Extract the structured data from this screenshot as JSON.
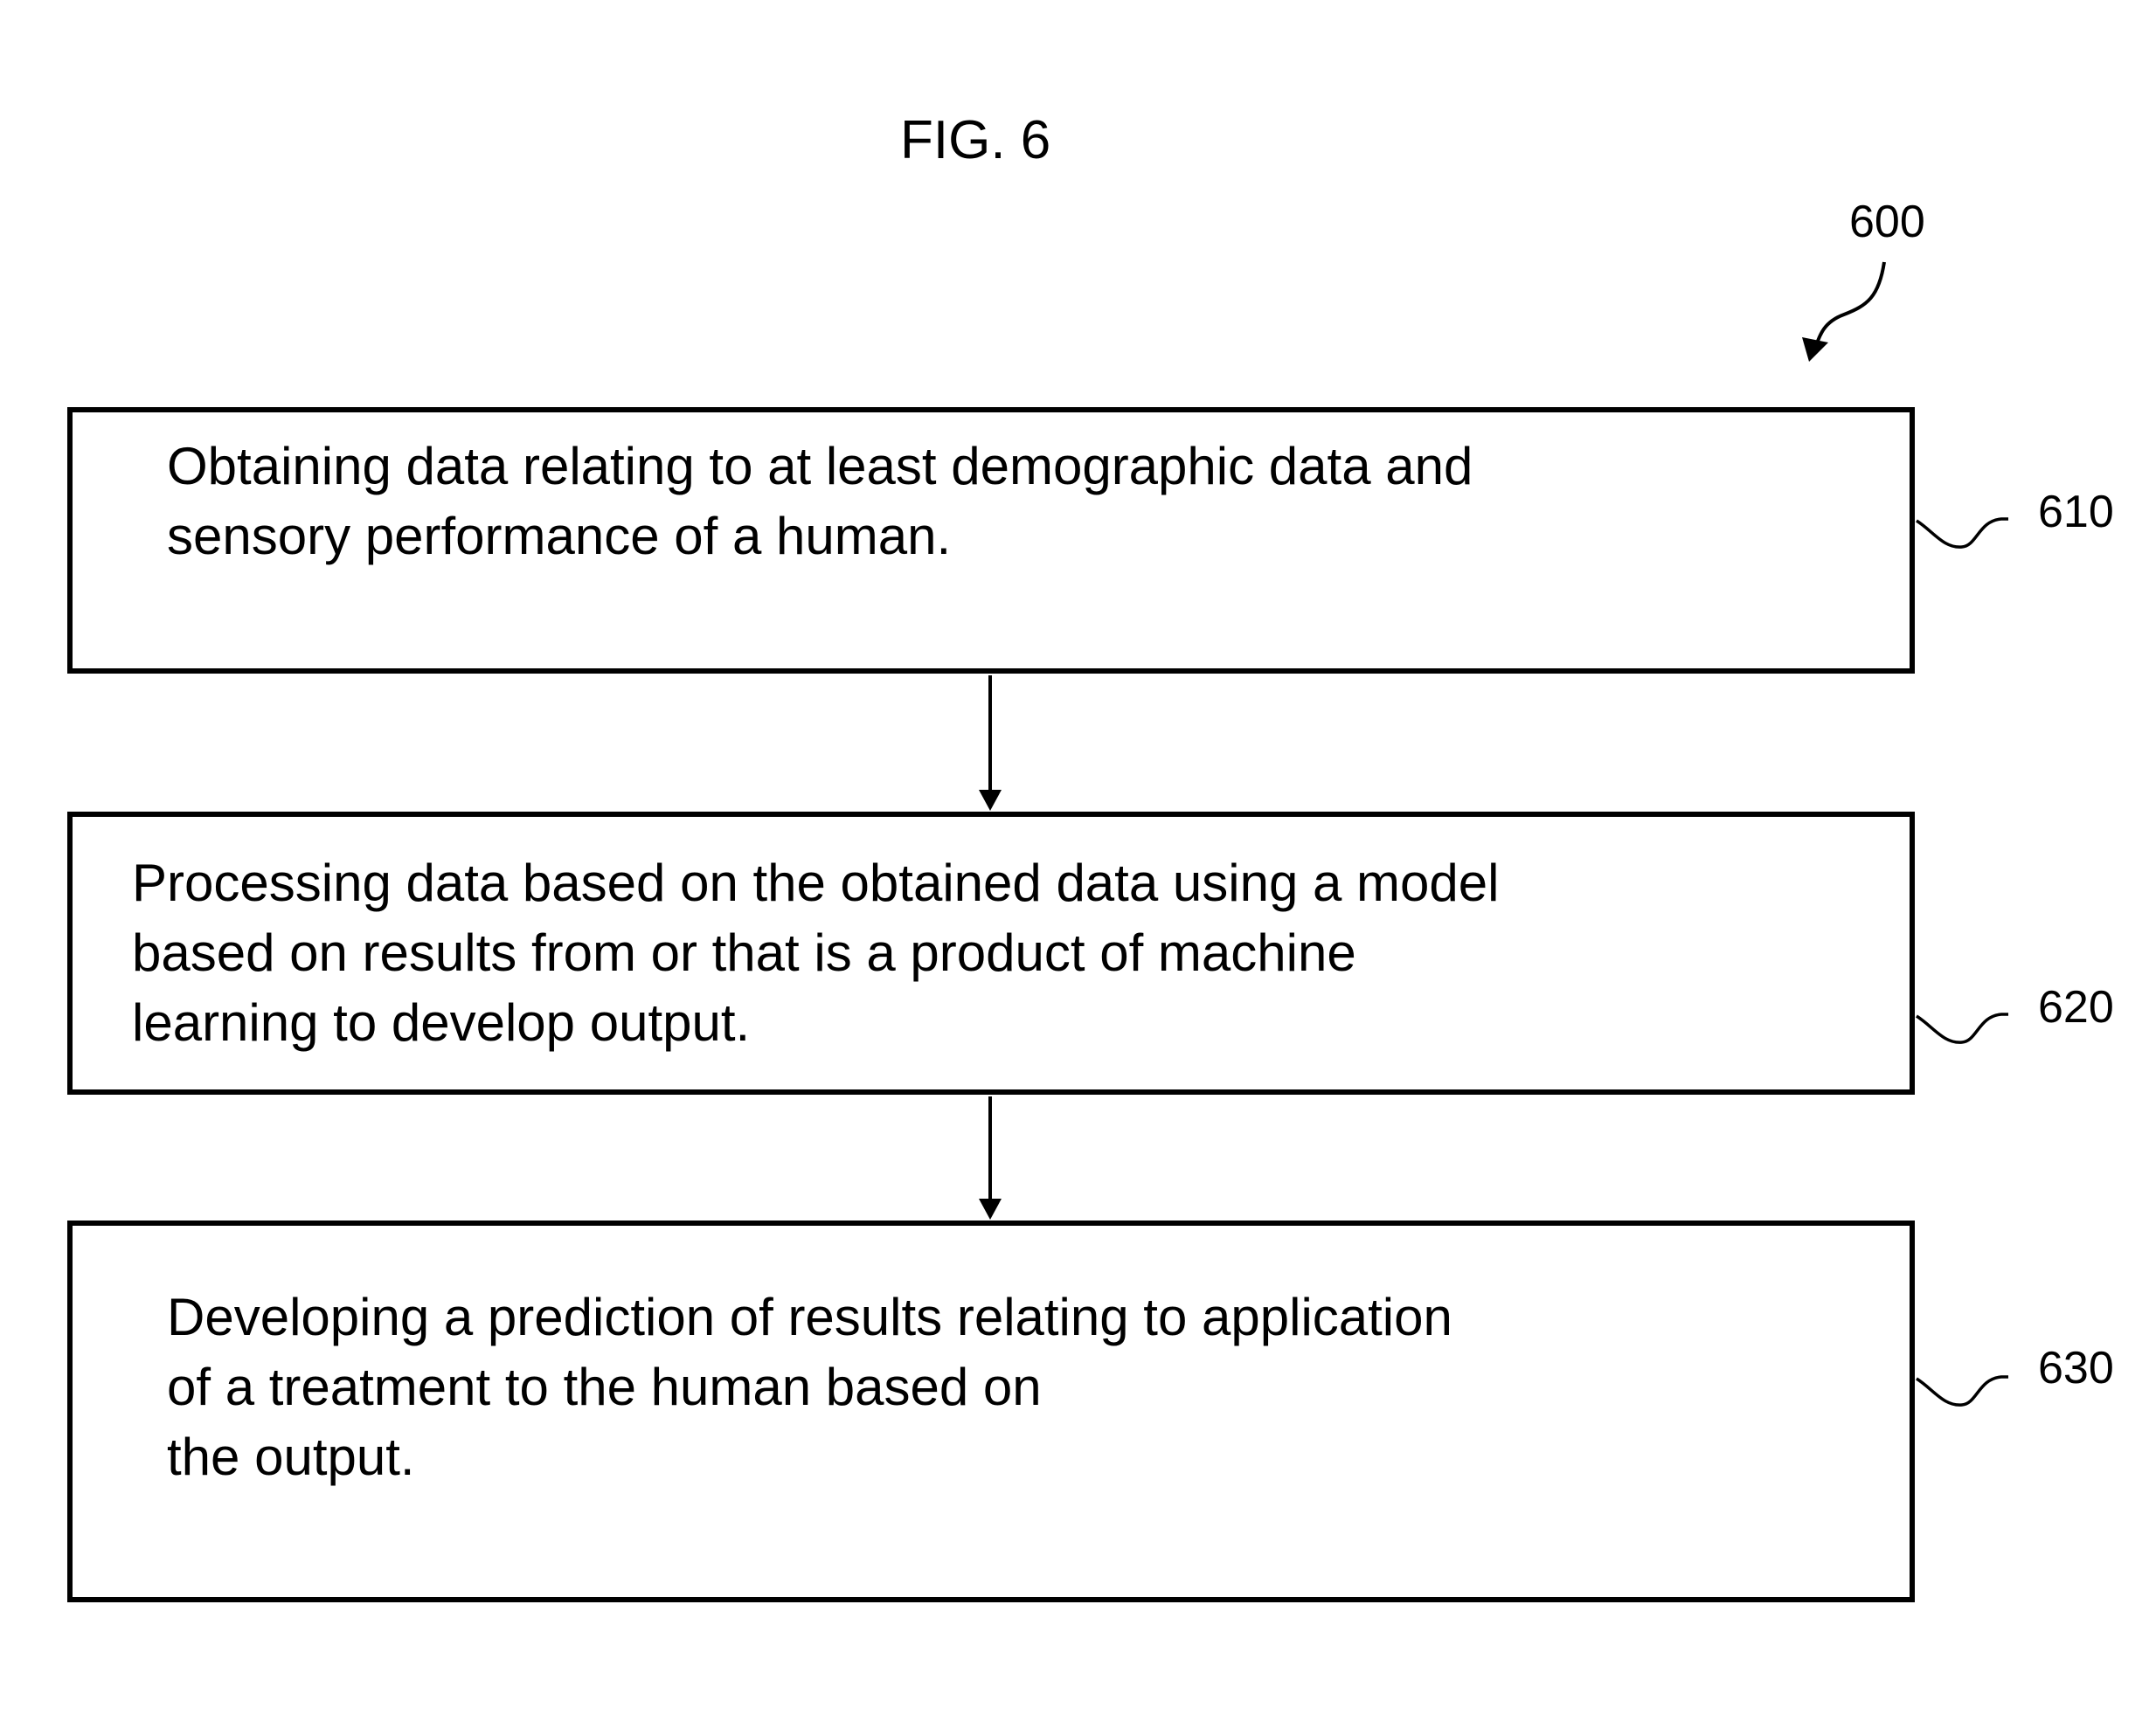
{
  "figure": {
    "title": "FIG. 6",
    "reference": "600"
  },
  "steps": [
    {
      "ref": "610",
      "lines": [
        "Obtaining data relating to at least demographic data and",
        "sensory performance of a human."
      ]
    },
    {
      "ref": "620",
      "lines": [
        "Processing data based on the obtained data using a model",
        "based on results from or that is a product of machine",
        "learning to develop output."
      ]
    },
    {
      "ref": "630",
      "lines": [
        "Developing a prediction of results relating to application",
        "of a treatment to the human based on",
        "the output."
      ]
    }
  ]
}
